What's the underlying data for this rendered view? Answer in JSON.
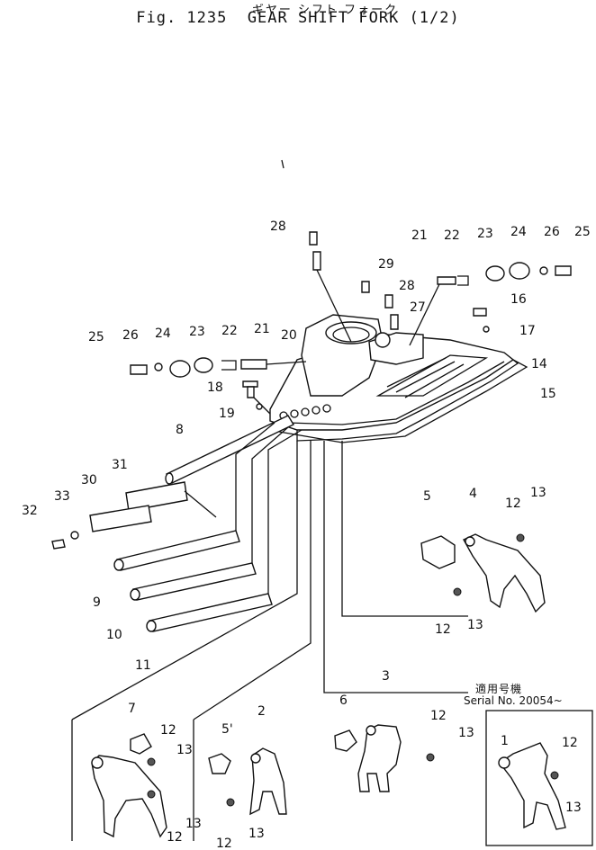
{
  "header": {
    "japanese_title": "ギヤー シフト フォーク",
    "title": "Fig. 1235  GEAR SHIFT FORK (1/2)"
  },
  "inset": {
    "japanese_note": "適用号機",
    "serial_note": "Serial No. 20054~"
  },
  "callouts": [
    {
      "id": "c28a",
      "text": "28"
    },
    {
      "id": "c21a",
      "text": "21"
    },
    {
      "id": "c22a",
      "text": "22"
    },
    {
      "id": "c23a",
      "text": "23"
    },
    {
      "id": "c24a",
      "text": "24"
    },
    {
      "id": "c26a",
      "text": "26"
    },
    {
      "id": "c25a",
      "text": "25"
    },
    {
      "id": "c29",
      "text": "29"
    },
    {
      "id": "c28b",
      "text": "28"
    },
    {
      "id": "c27",
      "text": "27"
    },
    {
      "id": "c16",
      "text": "16"
    },
    {
      "id": "c17",
      "text": "17"
    },
    {
      "id": "c25b",
      "text": "25"
    },
    {
      "id": "c26b",
      "text": "26"
    },
    {
      "id": "c24b",
      "text": "24"
    },
    {
      "id": "c23b",
      "text": "23"
    },
    {
      "id": "c22b",
      "text": "22"
    },
    {
      "id": "c21b",
      "text": "21"
    },
    {
      "id": "c20",
      "text": "20"
    },
    {
      "id": "c14",
      "text": "14"
    },
    {
      "id": "c15",
      "text": "15"
    },
    {
      "id": "c18",
      "text": "18"
    },
    {
      "id": "c19",
      "text": "19"
    },
    {
      "id": "c8",
      "text": "8"
    },
    {
      "id": "c31",
      "text": "31"
    },
    {
      "id": "c30",
      "text": "30"
    },
    {
      "id": "c33",
      "text": "33"
    },
    {
      "id": "c32",
      "text": "32"
    },
    {
      "id": "c9",
      "text": "9"
    },
    {
      "id": "c10",
      "text": "10"
    },
    {
      "id": "c11",
      "text": "11"
    },
    {
      "id": "c5",
      "text": "5"
    },
    {
      "id": "c4",
      "text": "4"
    },
    {
      "id": "c12a",
      "text": "12"
    },
    {
      "id": "c13a",
      "text": "13"
    },
    {
      "id": "c12b",
      "text": "12"
    },
    {
      "id": "c13b",
      "text": "13"
    },
    {
      "id": "c7",
      "text": "7"
    },
    {
      "id": "c12c",
      "text": "12"
    },
    {
      "id": "c13c",
      "text": "13"
    },
    {
      "id": "c12d",
      "text": "12"
    },
    {
      "id": "c13d",
      "text": "13"
    },
    {
      "id": "c5p",
      "text": "5'"
    },
    {
      "id": "c2",
      "text": "2"
    },
    {
      "id": "c12e",
      "text": "12"
    },
    {
      "id": "c13e",
      "text": "13"
    },
    {
      "id": "c6",
      "text": "6"
    },
    {
      "id": "c3",
      "text": "3"
    },
    {
      "id": "c12f",
      "text": "12"
    },
    {
      "id": "c13f",
      "text": "13"
    },
    {
      "id": "c1",
      "text": "1"
    },
    {
      "id": "c12g",
      "text": "12"
    },
    {
      "id": "c13g",
      "text": "13"
    }
  ]
}
